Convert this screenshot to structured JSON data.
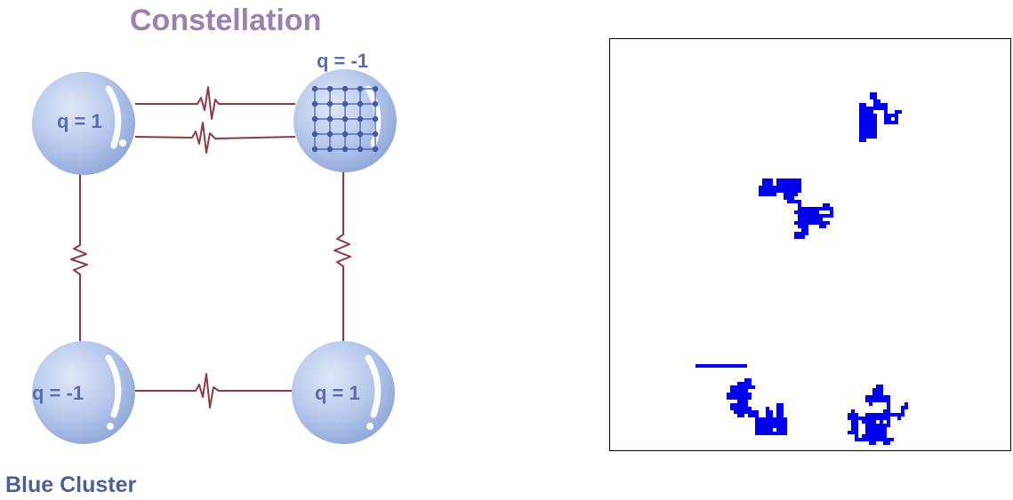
{
  "title": "Constellation",
  "cluster_label": "Blue Cluster",
  "nodes": [
    {
      "id": "top-left",
      "charge": "q = 1",
      "grid": false
    },
    {
      "id": "top-right",
      "charge": "q = -1",
      "grid": true
    },
    {
      "id": "bottom-left",
      "charge": "q = -1",
      "grid": false
    },
    {
      "id": "bottom-right",
      "charge": "q = 1",
      "grid": false
    }
  ],
  "colors": {
    "title": "#9b82ad",
    "label": "#4e5e96",
    "charge_text": "#5a6bb0",
    "spring": "#8c3b45",
    "sphere": "#a9bde6",
    "grid": "#3f5aa8",
    "clusters": "#0000ee"
  },
  "simulation": {
    "cluster_count": 4
  }
}
